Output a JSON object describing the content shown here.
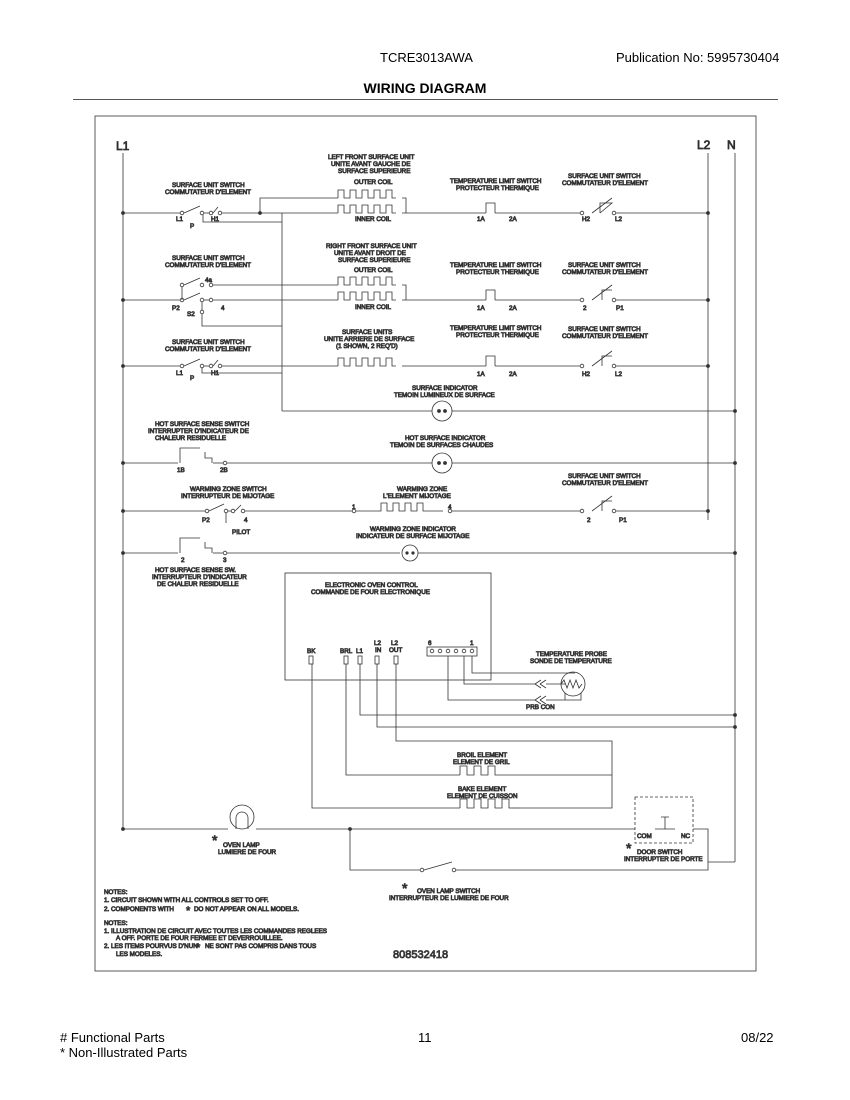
{
  "header": {
    "model": "TCRE3013AWA",
    "publication": "Publication No:  5995730404",
    "title": "WIRING DIAGRAM"
  },
  "rails": {
    "l1": "L1",
    "l2": "L2",
    "n": "N"
  },
  "components": {
    "lf_switch": [
      "SURFACE UNIT SWITCH",
      "COMMUTATEUR D'ELEMENT"
    ],
    "lf_unit": [
      "LEFT FRONT SURFACE UNIT",
      "UNITE AVANT GAUCHE DE",
      "SURFACE SUPERIEURE"
    ],
    "outer_coil": "OUTER COIL",
    "inner_coil": "INNER COIL",
    "temp_limit": [
      "TEMPERATURE LIMIT SWITCH",
      "PROTECTEUR THERMIQUE"
    ],
    "su_switch": [
      "SURFACE UNIT SWITCH",
      "COMMUTATEUR D'ELEMENT"
    ],
    "rf_unit": [
      "RIGHT FRONT SURFACE UNIT",
      "UNITE AVANT DROIT DE",
      "SURFACE SUPERIEURE"
    ],
    "rear_units": [
      "SURFACE UNITS",
      "UNITE ARRIERE DE SURFACE",
      "(1 SHOWN, 2 REQ'D)"
    ],
    "surface_indicator": [
      "SURFACE INDICATOR",
      "TEMOIN LUMINEUX DE SURFACE"
    ],
    "hs_sense_switch": [
      "HOT SURFACE SENSE SWITCH",
      "INTERRUPTER D'INDICATEUR DE",
      "CHALEUR RESIDUELLE"
    ],
    "hot_surface_indicator": [
      "HOT SURFACE INDICATOR",
      "TEMOIN DE SURFACES CHAUDES"
    ],
    "warming_switch": [
      "WARMING ZONE SWITCH",
      "INTERRUPTEUR DE MIJOTAGE"
    ],
    "warming_zone": [
      "WARMING ZONE",
      "L'ELEMENT MIJOTAGE"
    ],
    "warming_indicator": [
      "WARMING ZONE INDICATOR",
      "INDICATEUR DE SURFACE MIJOTAGE"
    ],
    "hs_sense_sw2": [
      "HOT SURFACE SENSE SW.",
      "INTERRUPTEUR D'INDICATEUR",
      "DE CHALEUR RESIDUELLE"
    ],
    "eoc": [
      "ELECTRONIC OVEN CONTROL",
      "COMMANDE DE FOUR ELECTRONIQUE"
    ],
    "probe": [
      "TEMPERATURE PROBE",
      "SONDE DE TEMPERATURE"
    ],
    "prb_con": "PRB CON",
    "broil": [
      "BROIL ELEMENT",
      "ELEMENT DE GRIL"
    ],
    "bake": [
      "BAKE ELEMENT",
      "ELEMENT DE CUISSON"
    ],
    "oven_lamp": [
      "OVEN LAMP",
      "LUMIERE DE FOUR"
    ],
    "door_switch": [
      "DOOR SWITCH",
      "INTERRUPTER DE PORTE"
    ],
    "lamp_switch": [
      "OVEN LAMP SWITCH",
      "INTERRUPTEUR DE LUMIERE DE FOUR"
    ],
    "pilot": "PILOT"
  },
  "terminals": {
    "l1": "L1",
    "p": "P",
    "h1": "H1",
    "h2": "H2",
    "l2": "L2",
    "t1a": "1A",
    "t2a": "2A",
    "t4a": "4a",
    "t4": "4",
    "p2": "P2",
    "s2": "S2",
    "t2": "2",
    "p1": "P1",
    "t1b": "1B",
    "t2b": "2B",
    "t1": "1",
    "t3": "3",
    "t6": "6",
    "bk": "BK",
    "brl": "BRL",
    "l2in": [
      "L2",
      "IN"
    ],
    "l2out": [
      "L2",
      "OUT"
    ],
    "com": "COM",
    "nc": "NC"
  },
  "notes": {
    "title1": "NOTES:",
    "n1": "1.  CIRCUIT SHOWN WITH ALL CONTROLS SET TO OFF.",
    "n2": "2.  COMPONENTS WITH",
    "n2b": "DO NOT APPEAR ON ALL MODELS.",
    "title2": "NOTES:",
    "f1a": "1.  ILLUSTRATION DE CIRCUIT AVEC TOUTES LES COMMANDES REGLEES",
    "f1b": "A OFF.  PORTE DE FOUR FERMEE ET DEVERROUILLEE.",
    "f2a": "2.  LES ITEMS POURVUS D'NUN",
    "f2b": "NE SONT PAS COMPRIS DANS TOUS",
    "f2c": "LES MODELES."
  },
  "asterisk": "*",
  "part_number": "808532418",
  "footer": {
    "functional": "# Functional Parts",
    "non_illustrated": "* Non-Illustrated Parts",
    "page": "11",
    "date": "08/22"
  }
}
